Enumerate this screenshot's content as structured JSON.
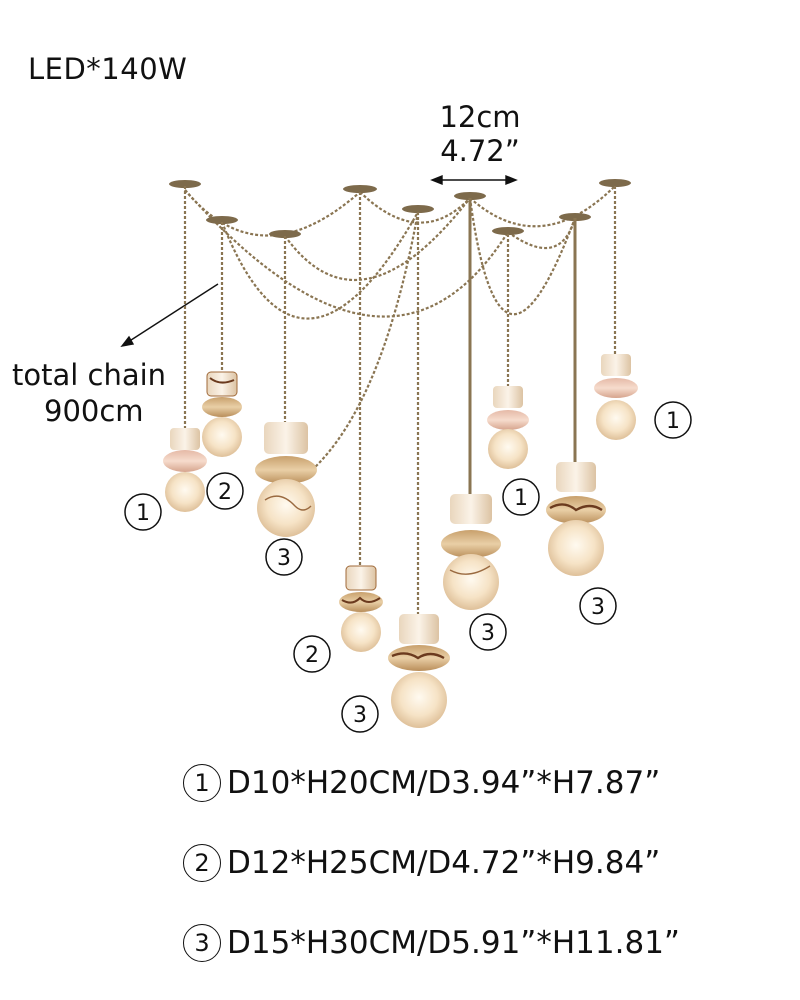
{
  "header": {
    "power_label": "LED*140W"
  },
  "dimension_callout": {
    "canopy_width_cm": "12cm",
    "canopy_width_in": "4.72”"
  },
  "chain_callout": {
    "line1": "total chain",
    "line2": "900cm"
  },
  "pendant_badges": [
    "1",
    "2",
    "3",
    "2",
    "3",
    "3",
    "1",
    "3",
    "1"
  ],
  "specs": [
    {
      "number": "1",
      "text": "D10*H20CM/D3.94”*H7.87”"
    },
    {
      "number": "2",
      "text": "D12*H25CM/D4.72”*H9.84”"
    },
    {
      "number": "3",
      "text": "D15*H30CM/D5.91”*H11.81”"
    }
  ],
  "colors": {
    "metal": "#8a7552",
    "alabaster_light": "#f7ead8",
    "alabaster_warm": "#e8c9a0",
    "vein": "#6b3a1e"
  }
}
